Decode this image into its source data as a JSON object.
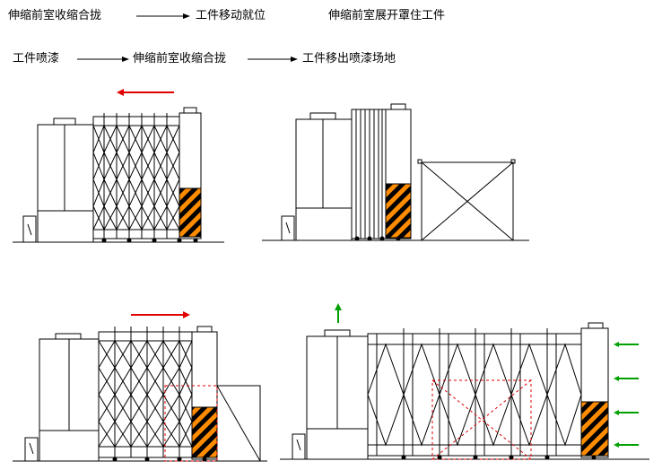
{
  "captions": {
    "line1_step1": "伸缩前室收缩合拢",
    "line1_step2": "工件移动就位",
    "line1_step3": "伸缩前室展开罩住工件",
    "line2_step1": "工件喷漆",
    "line2_step2": "伸缩前室收缩合拢",
    "line2_step3": "工件移出喷漆场地"
  },
  "colors": {
    "line": "#000000",
    "arrow_red": "#e00000",
    "arrow_green": "#00a000",
    "dashed_red": "#e00000",
    "hazard_orange": "#ff8c00",
    "hazard_black": "#000000"
  },
  "icons": [
    "arrow-right-icon",
    "arrow-left-icon",
    "arrow-up-icon",
    "arrow-left-icon"
  ]
}
